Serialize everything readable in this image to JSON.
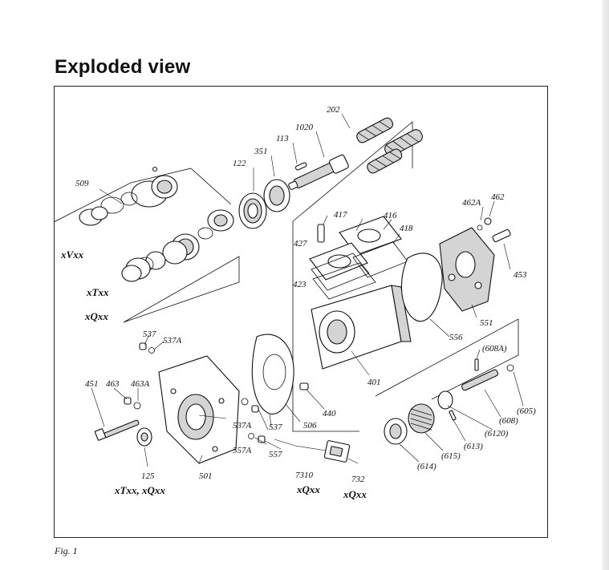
{
  "page": {
    "title": "Exploded view",
    "caption": "Fig. 1"
  },
  "figure": {
    "part_labels": {
      "p202": "202",
      "p1020": "1020",
      "p113": "113",
      "p351": "351",
      "p122": "122",
      "p509": "509",
      "p462A": "462A",
      "p462": "462",
      "p417": "417",
      "p416": "416",
      "p418": "418",
      "p427": "427",
      "p453": "453",
      "p423": "423",
      "p551": "551",
      "p556": "556",
      "p608A": "(608A)",
      "p537": "537",
      "p537A": "537A",
      "p451": "451",
      "p463": "463",
      "p463A": "463A",
      "p401": "401",
      "p605": "(605)",
      "p608": "(608)",
      "p6120": "(6120)",
      "p613": "(613)",
      "p440": "440",
      "p537A_b": "537A",
      "p537_b": "537",
      "p506": "506",
      "p557A": "557A",
      "p557": "557",
      "p615": "(615)",
      "p614": "(614)",
      "p125": "125",
      "p501": "501",
      "p7310": "7310",
      "p732": "732"
    },
    "variant_labels": {
      "xVxx": "xVxx",
      "xTxx": "xTxx",
      "xQxx": "xQxx",
      "xTxx_xQxx": "xTxx, xQxx",
      "xQxx_7310": "xQxx",
      "xQxx_732": "xQxx"
    }
  }
}
